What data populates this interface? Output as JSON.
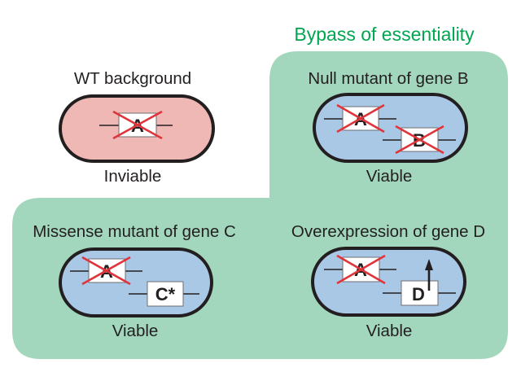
{
  "title": "Bypass of essentiality",
  "colors": {
    "title": "#00a650",
    "bypass_region": "#a2d7bd",
    "inviable_cell": "#f0b8b4",
    "viable_cell": "#a9c8e6",
    "cross": "#e0343b",
    "outline": "#231f20"
  },
  "panels": [
    {
      "id": "wt",
      "label": "WT background",
      "outcome": "Inviable",
      "genes": [
        {
          "name": "A",
          "state": "deleted"
        }
      ]
    },
    {
      "id": "null-b",
      "label": "Null mutant of gene B",
      "outcome": "Viable",
      "genes": [
        {
          "name": "A",
          "state": "deleted"
        },
        {
          "name": "B",
          "state": "deleted"
        }
      ]
    },
    {
      "id": "missense-c",
      "label": "Missense mutant of gene C",
      "outcome": "Viable",
      "genes": [
        {
          "name": "A",
          "state": "deleted"
        },
        {
          "name": "C*",
          "state": "missense"
        }
      ]
    },
    {
      "id": "overexp-d",
      "label": "Overexpression of gene D",
      "outcome": "Viable",
      "genes": [
        {
          "name": "A",
          "state": "deleted"
        },
        {
          "name": "D",
          "state": "overexpressed"
        }
      ]
    }
  ]
}
